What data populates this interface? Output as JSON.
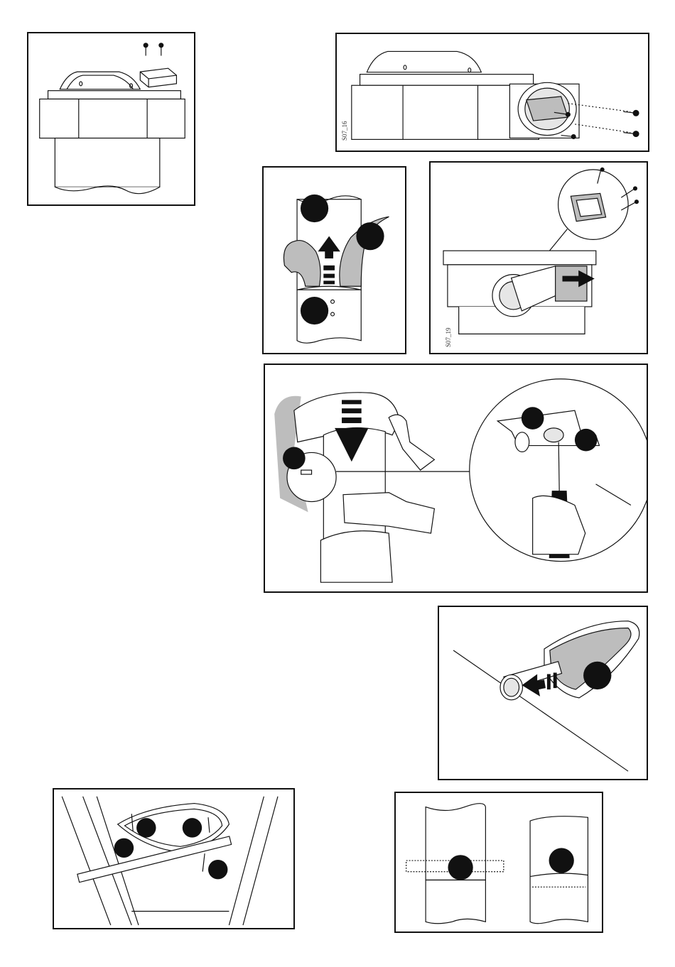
{
  "page": {
    "figures": [
      {
        "id": "fig-1",
        "caption": "",
        "reference_code": ""
      },
      {
        "id": "fig-2",
        "caption": "",
        "reference_code": "S07_16"
      },
      {
        "id": "fig-3",
        "caption": "",
        "reference_code": ""
      },
      {
        "id": "fig-4",
        "caption": "",
        "reference_code": "S07_19"
      },
      {
        "id": "fig-5",
        "caption": "",
        "reference_code": ""
      },
      {
        "id": "fig-6",
        "caption": "",
        "reference_code": ""
      },
      {
        "id": "fig-7",
        "caption": "",
        "reference_code": ""
      },
      {
        "id": "fig-8",
        "caption": "",
        "reference_code": ""
      }
    ]
  },
  "icons": {
    "screw": "screw-icon",
    "arrow_up": "arrow-up-icon",
    "arrow_down": "arrow-down-icon",
    "arrow_right": "arrow-right-icon",
    "arrow_left": "arrow-left-icon",
    "step_marker": "step-marker-dot"
  },
  "colors": {
    "line": "#111111",
    "fill_shade": "#bdbdbd",
    "fill_light": "#e6e6e6",
    "marker": "#111111",
    "background": "#ffffff"
  }
}
